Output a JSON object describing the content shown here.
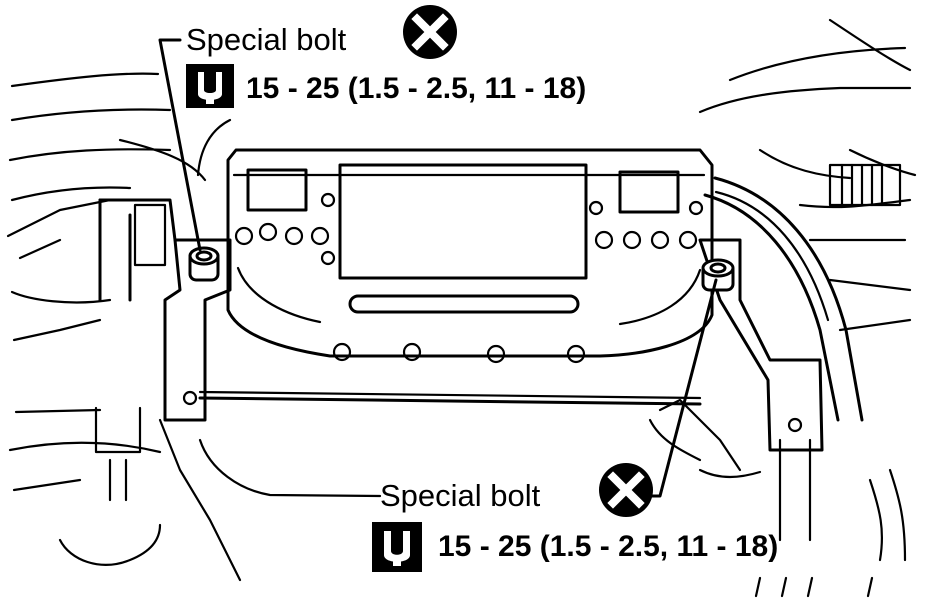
{
  "callouts": {
    "top": {
      "label": "Special bolt",
      "torque": "15 - 25 (1.5 - 2.5, 11 - 18)"
    },
    "bottom": {
      "label": "Special bolt",
      "torque": "15 - 25 (1.5 - 2.5, 11 - 18)"
    }
  },
  "icons": {
    "do_not_reuse": "crossed-circle-icon",
    "torque_wrench": "wrench-icon"
  },
  "colors": {
    "ink": "#000000",
    "paper": "#ffffff"
  }
}
